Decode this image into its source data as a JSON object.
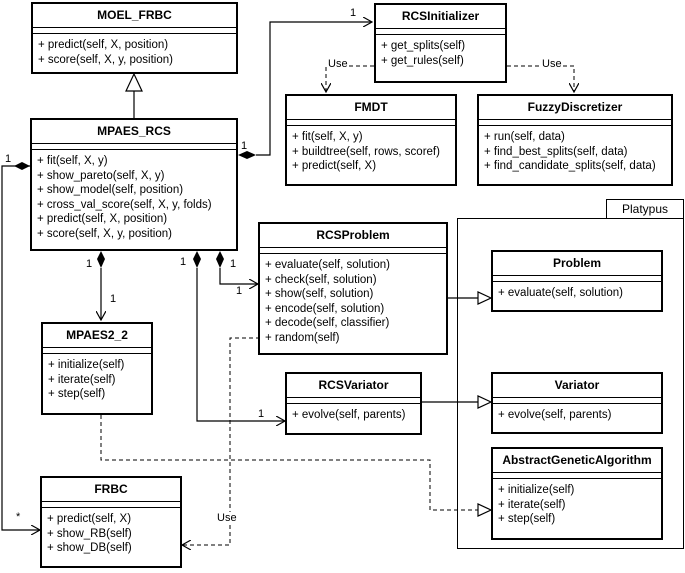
{
  "package": {
    "name": "Platypus"
  },
  "classes": {
    "moel_frbc": {
      "name": "MOEL_FRBC",
      "methods": [
        "+ predict(self, X, position)",
        "+ score(self, X, y, position)"
      ]
    },
    "rcs_initializer": {
      "name": "RCSInitializer",
      "methods": [
        "+ get_splits(self)",
        "+ get_rules(self)"
      ]
    },
    "fmdt": {
      "name": "FMDT",
      "methods": [
        "+ fit(self, X, y)",
        "+ buildtree(self, rows, scoref)",
        "+ predict(self, X)"
      ]
    },
    "fuzzy_discretizer": {
      "name": "FuzzyDiscretizer",
      "methods": [
        "+ run(self, data)",
        "+ find_best_splits(self, data)",
        "+ find_candidate_splits(self, data)"
      ]
    },
    "mpaes_rcs": {
      "name": "MPAES_RCS",
      "methods": [
        "+ fit(self, X, y)",
        "+ show_pareto(self, X, y)",
        "+ show_model(self, position)",
        "+ cross_val_score(self, X, y, folds)",
        "+ predict(self, X, position)",
        "+ score(self, X, y, position)"
      ]
    },
    "rcs_problem": {
      "name": "RCSProblem",
      "methods": [
        "+ evaluate(self, solution)",
        "+ check(self, solution)",
        "+ show(self, solution)",
        "+ encode(self, solution)",
        "+ decode(self, classifier)",
        "+ random(self)"
      ]
    },
    "problem": {
      "name": "Problem",
      "methods": [
        "+ evaluate(self, solution)"
      ]
    },
    "mpaes2_2": {
      "name": "MPAES2_2",
      "methods": [
        "+ initialize(self)",
        "+ iterate(self)",
        "+ step(self)"
      ]
    },
    "rcs_variator": {
      "name": "RCSVariator",
      "methods": [
        "+ evolve(self, parents)"
      ]
    },
    "variator": {
      "name": "Variator",
      "methods": [
        "+ evolve(self, parents)"
      ]
    },
    "abstract_ga": {
      "name": "AbstractGeneticAlgorithm",
      "methods": [
        "+ initialize(self)",
        "+ iterate(self)",
        "+ step(self)"
      ]
    },
    "frbc": {
      "name": "FRBC",
      "methods": [
        "+ predict(self, X)",
        "+ show_RB(self)",
        "+ show_DB(self)"
      ]
    }
  },
  "labels": {
    "use": "Use"
  },
  "multiplicities": {
    "one": "1",
    "many": "*"
  }
}
